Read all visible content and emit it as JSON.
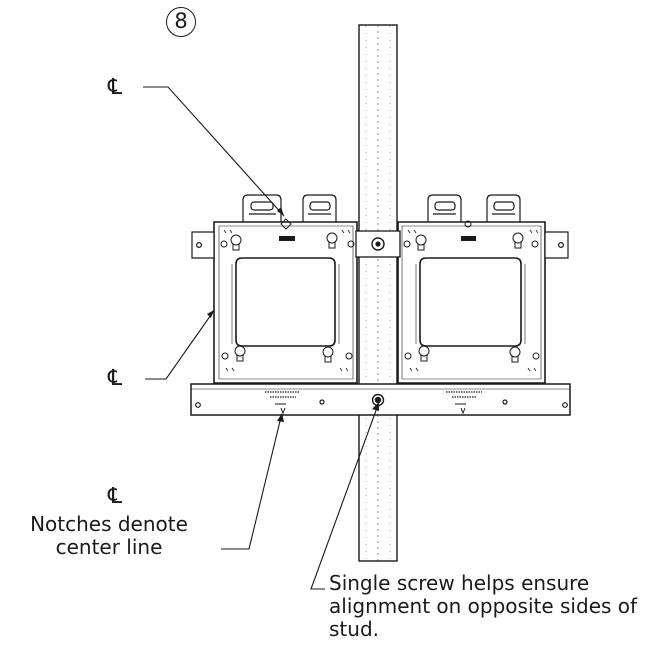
{
  "step_number": "8",
  "centerline_symbol": "℄",
  "callouts": {
    "centerline_top": "℄",
    "centerline_middle": "℄",
    "notches": {
      "symbol": "℄",
      "text": "Notches denote center line"
    },
    "screw": {
      "text": "Single screw helps ensure alignment on opposite sides of stud."
    }
  },
  "colors": {
    "ink": "#1a1a1a",
    "background": "#ffffff"
  }
}
